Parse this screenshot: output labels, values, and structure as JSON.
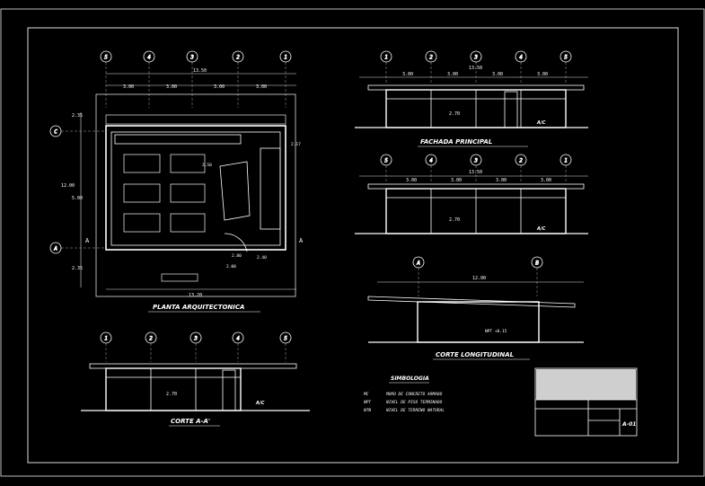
{
  "colors": {
    "background": "#000000",
    "line": "#ffffff",
    "dim": "#d8d8d8",
    "grid": "#c8c8c8",
    "title_fill": "#cfcfcf"
  },
  "plan": {
    "title": "PLANTA ARQUITECTONICA",
    "axes_top": [
      "5",
      "4",
      "3",
      "2",
      "1"
    ],
    "axes_left": [
      "C",
      "A"
    ],
    "overall_width": "13.50",
    "overall_depth": "12.00",
    "bays": [
      "3.00",
      "3.00",
      "3.00",
      "3.00"
    ],
    "side_dims": [
      "2.35",
      "5.00",
      "2.35"
    ],
    "inner_width": "13.20",
    "section_mark": "A",
    "labels": [
      "2.17",
      "2.50",
      "2.80",
      "2.40",
      "2.00"
    ]
  },
  "fachada": {
    "title": "FACHADA PRINCIPAL",
    "axes": [
      "1",
      "2",
      "3",
      "4",
      "5"
    ],
    "total": "13.50",
    "bays": [
      "3.00",
      "3.00",
      "3.00",
      "3.00"
    ],
    "height": "2.70",
    "tag": "A/C"
  },
  "fachada2": {
    "axes": [
      "5",
      "4",
      "3",
      "2",
      "1"
    ],
    "total": "13.50",
    "bays": [
      "3.00",
      "3.00",
      "3.00",
      "3.00"
    ],
    "height": "2.70",
    "tag": "A/C"
  },
  "corte_long": {
    "title": "CORTE LONGITUDINAL",
    "axes": [
      "A",
      "B"
    ],
    "total": "12.00",
    "level": "NPT +0.15"
  },
  "corte_aa": {
    "title": "CORTE A-A'",
    "axes": [
      "1",
      "2",
      "3",
      "4",
      "5"
    ],
    "height": "2.70",
    "tag": "A/C"
  },
  "legend": {
    "title": "SIMBOLOGIA",
    "items": [
      {
        "code": "MC",
        "text": "MURO DE CONCRETO ARMADO"
      },
      {
        "code": "NPT",
        "text": "NIVEL DE PISO TERMINADO"
      },
      {
        "code": "NTN",
        "text": "NIVEL DE TERRENO NATURAL"
      }
    ]
  },
  "title_block": {
    "sheet": "A-01"
  }
}
